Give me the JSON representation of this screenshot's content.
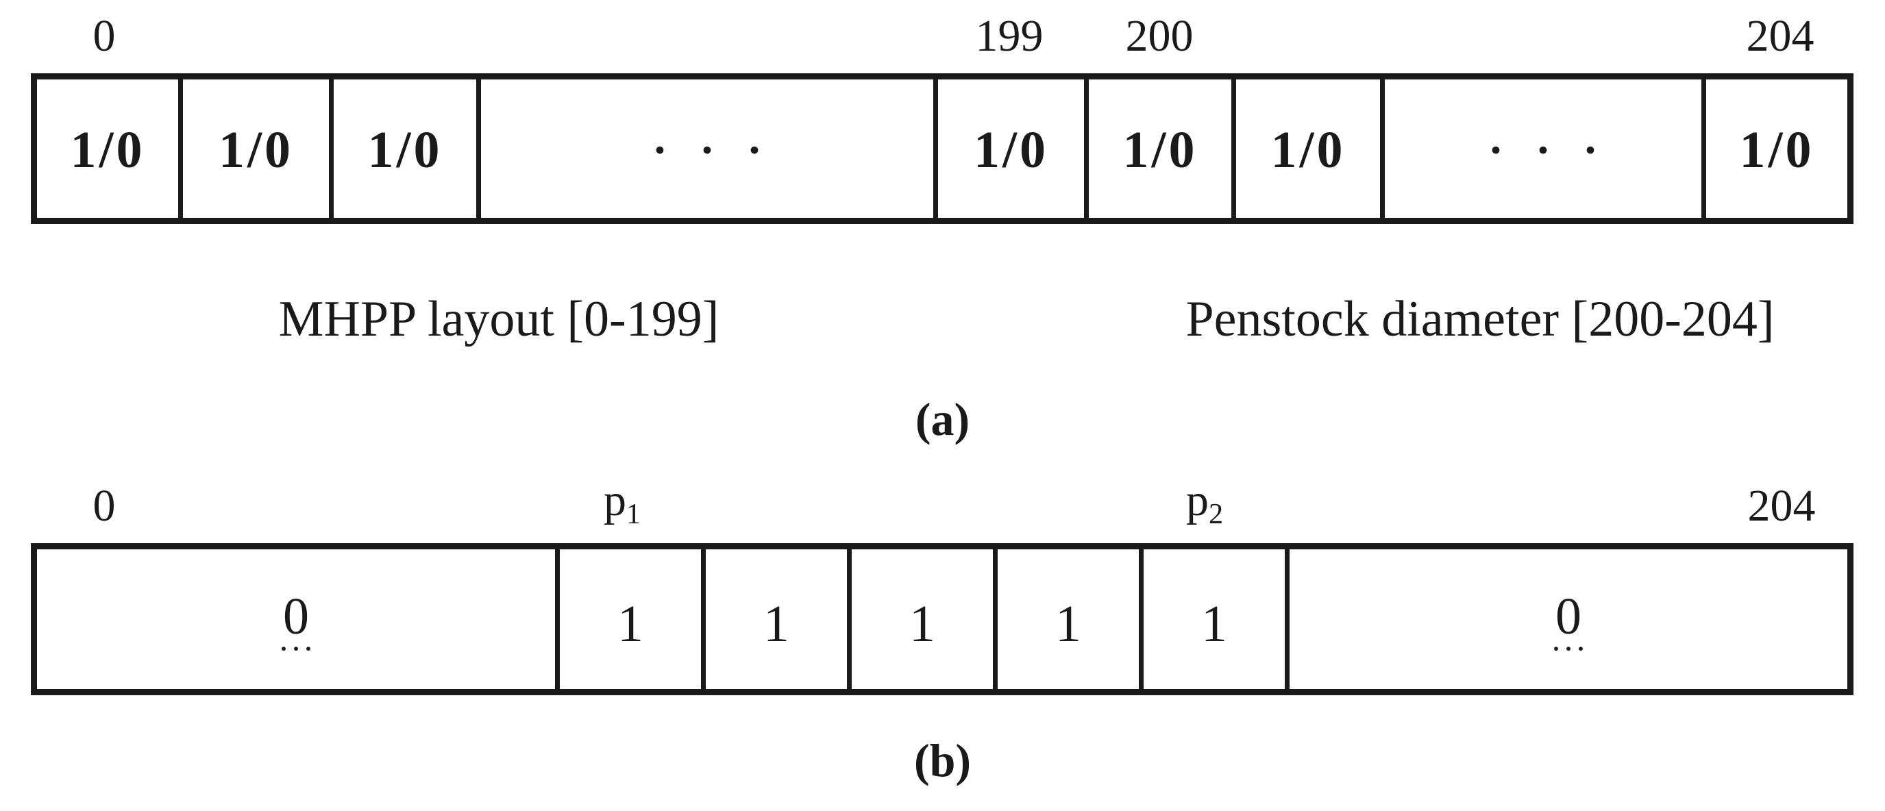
{
  "figure": {
    "panel_a": {
      "caption": "(a)",
      "index_labels": [
        {
          "text": "0"
        },
        {
          "text": "199"
        },
        {
          "text": "200"
        },
        {
          "text": "204"
        }
      ],
      "cells": [
        {
          "value": "1/0"
        },
        {
          "value": "1/0"
        },
        {
          "value": "1/0"
        },
        {
          "value": "···"
        },
        {
          "value": "1/0"
        },
        {
          "value": "1/0"
        },
        {
          "value": "1/0"
        },
        {
          "value": "···"
        },
        {
          "value": "1/0"
        }
      ],
      "region_labels": [
        {
          "text": "MHPP layout [0-199]"
        },
        {
          "text": "Penstock diameter [200-204]"
        }
      ]
    },
    "panel_b": {
      "caption": "(b)",
      "index_labels": [
        {
          "text": "0"
        },
        {
          "base": "p",
          "sub": "1"
        },
        {
          "base": "p",
          "sub": "2"
        },
        {
          "text": "204"
        }
      ],
      "cells": [
        {
          "value": "0",
          "dots": "···"
        },
        {
          "value": "1"
        },
        {
          "value": "1"
        },
        {
          "value": "1"
        },
        {
          "value": "1"
        },
        {
          "value": "1"
        },
        {
          "value": "0",
          "dots": "···"
        }
      ]
    },
    "colors": {
      "ink": "#1a1a1a",
      "background": "#ffffff"
    }
  }
}
